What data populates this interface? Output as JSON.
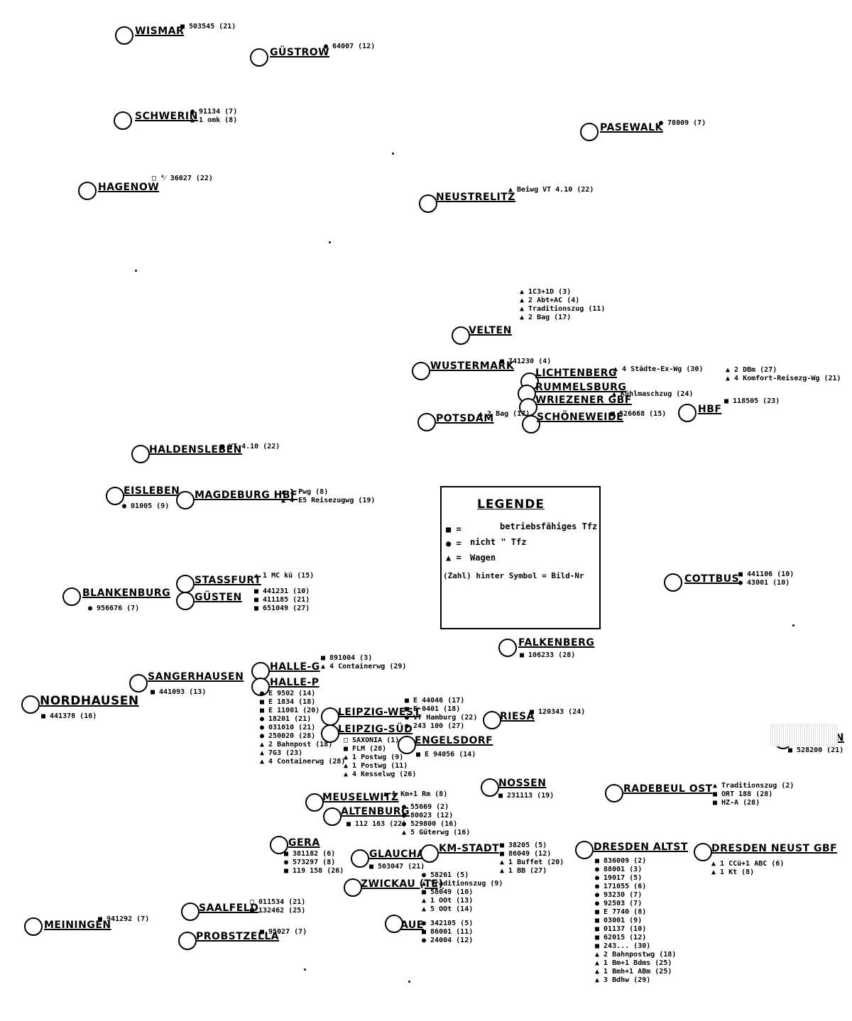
{
  "stations": [
    {
      "id": "wismar",
      "name": "WISMAR",
      "entries": [
        "■ 503545 (21)"
      ]
    },
    {
      "id": "guestrow",
      "name": "GÜSTROW",
      "entries": [
        "● 64007 (12)"
      ]
    },
    {
      "id": "schwerin",
      "name": "SCHWERIN",
      "entries": [
        "● 91134 (7)",
        "▲ 1 omk (8)"
      ]
    },
    {
      "id": "pasewalk",
      "name": "PASEWALK",
      "entries": [
        "● 78009 (7)"
      ]
    },
    {
      "id": "hagenow",
      "name": "HAGENOW",
      "entries": [
        "□ ⁴⁄ 36027 (22)"
      ]
    },
    {
      "id": "neustrelitz",
      "name": "NEUSTRELITZ",
      "entries": [
        "▲ Beiwg VT 4.10 (22)"
      ]
    },
    {
      "id": "velten",
      "name": "VELTEN",
      "entries": [
        "▲ 1C3+1D (3)",
        "▲ 2 Abt+AC (4)",
        "▲ Traditionszug (11)",
        "▲ 2 Bag (17)"
      ]
    },
    {
      "id": "wustermark",
      "name": "WUSTERMARK",
      "entries": [
        "■ 741230 (4)"
      ]
    },
    {
      "id": "lichtenberg",
      "name": "LICHTENBERG",
      "entries": [
        "▲ 4 Städte-Ex-Wg (30)"
      ]
    },
    {
      "id": "rummelsburg",
      "name": "RUMMELSBURG",
      "entries": []
    },
    {
      "id": "wriezener",
      "name": "WRIEZENER GBF",
      "entries": [
        "▲ Kühlmaschzug (24)"
      ]
    },
    {
      "id": "berlin_extra",
      "name": "",
      "entries": [
        "▲ 2 DBm (27)",
        "▲ 4 Komfort-Reisezg-Wg (21)"
      ]
    },
    {
      "id": "potsdam",
      "name": "POTSDAM",
      "entries": [
        "▲ 2 Bag (17)"
      ]
    },
    {
      "id": "schoeneweide",
      "name": "SCHÖNEWEIDE",
      "entries": [
        "■ 526668 (15)"
      ]
    },
    {
      "id": "hbf",
      "name": "HBF",
      "entries": [
        "■ 118505 (23)"
      ]
    },
    {
      "id": "haldensleben",
      "name": "HALDENSLEBEN",
      "entries": [
        "■ VT 4.10 (22)"
      ]
    },
    {
      "id": "eisleben",
      "name": "EISLEBEN",
      "entries": [
        "● 01005 (9)"
      ]
    },
    {
      "id": "magdeburg",
      "name": "MAGDEBURG HBF",
      "entries": [
        "▲ 1 Pwg (8)",
        "▲ 4 E5 Reisezugwg (19)"
      ]
    },
    {
      "id": "stassfurt",
      "name": "STASSFURT",
      "entries": [
        "▲ 1 MC kü (15)"
      ]
    },
    {
      "id": "guesten",
      "name": "GÜSTEN",
      "entries": [
        "■ 441231 (10)",
        "■ 411185 (21)",
        "■ 651049 (27)"
      ]
    },
    {
      "id": "blankenburg",
      "name": "BLANKENBURG",
      "entries": [
        "● 956676 (7)"
      ]
    },
    {
      "id": "cottbus",
      "name": "COTTBUS",
      "entries": [
        "■ 441106 (10)",
        "● 43001 (10)"
      ]
    },
    {
      "id": "falkenberg",
      "name": "FALKENBERG",
      "entries": [
        "■ 106233 (28)"
      ]
    },
    {
      "id": "halle_g",
      "name": "HALLE-G",
      "entries": [
        "■ 891004 (3)",
        "▲ 4 Containerwg (29)"
      ]
    },
    {
      "id": "halle_p",
      "name": "HALLE-P",
      "entries": [
        "● E 9502 (14)",
        "■ E 1834 (18)",
        "■ E 11001 (20)",
        "● 18201 (21)",
        "● 031010 (21)",
        "● 250020 (28)",
        "▲ 2 Bahnpost (18)",
        "▲ 7G3 (23)",
        "▲ 4 Containerwg (28)"
      ]
    },
    {
      "id": "sangerhausen",
      "name": "SANGERHAUSEN",
      "entries": [
        "■ 441093 (13)"
      ]
    },
    {
      "id": "nordhausen",
      "name": "NORDHAUSEN",
      "entries": [
        "■ 441378 (16)"
      ]
    },
    {
      "id": "leipzig_west",
      "name": "LEIPZIG-WEST",
      "entries": [
        "■ E 44046 (17)",
        "■ E 0401 (18)",
        "● VT Hamburg (22)",
        "● 243 100 (27)"
      ]
    },
    {
      "id": "leipzig_sued",
      "name": "LEIPZIG-SÜD",
      "entries": [
        "□ SAXONIA (1)",
        "■ FLM (28)",
        "▲ 1 Postwg (9)",
        "▲ 1 Postwg (11)",
        "▲ 4 Kesselwg (26)"
      ]
    },
    {
      "id": "engelsdorf",
      "name": "ENGELSDORF",
      "entries": [
        "■ E 94056 (14)"
      ]
    },
    {
      "id": "riesa",
      "name": "RIESA",
      "entries": [
        "■ 120343 (24)"
      ]
    },
    {
      "id": "bautzen",
      "name": "BAUTZEN",
      "entries": [
        "■ 528200 (21)"
      ]
    },
    {
      "id": "nossen",
      "name": "NOSSEN",
      "entries": [
        "■ 231113 (19)"
      ]
    },
    {
      "id": "radebeul",
      "name": "RADEBEUL OST",
      "entries": [
        "▲ Traditionszug (2)",
        "■ ORT 188 (28)",
        "■ HZ-A (28)"
      ]
    },
    {
      "id": "meuselwitz",
      "name": "MEUSELWITZ",
      "entries": [
        "▲ 1 Km+1 Rm (8)"
      ]
    },
    {
      "id": "altenburg",
      "name": "ALTENBURG",
      "entries": [
        "● 55669 (2)",
        "● 80023 (12)",
        "● 529800 (16)",
        "▲ 5 Güterwg (16)"
      ]
    },
    {
      "id": "altenburg_extra",
      "name": "",
      "entries": [
        "■ 112 163 (22)"
      ]
    },
    {
      "id": "gera",
      "name": "GERA",
      "entries": [
        "■ 381182 (6)",
        "● 573297 (8)",
        "■ 119 158 (26)"
      ]
    },
    {
      "id": "glauchau",
      "name": "GLAUCHAU",
      "entries": [
        "■ 503047 (21)"
      ]
    },
    {
      "id": "km_stadt",
      "name": "KM-STADT",
      "entries": [
        "■ 38205 (5)",
        "■ 86049 (12)",
        "▲ 1 Buffet (20)",
        "▲ 1 BB (27)"
      ]
    },
    {
      "id": "dresden_altst",
      "name": "DRESDEN ALTST",
      "entries": [
        "■ 836009 (2)",
        "● 88001 (3)",
        "● 19017 (5)",
        "● 171055 (6)",
        "● 93230 (7)",
        "● 92503 (7)",
        "■ E 7740 (8)",
        "■ 03001 (9)",
        "■ 01137 (10)",
        "■ 62015 (12)",
        "■ 243... (30)",
        "▲ 2 Bahnpostwg (18)",
        "▲ 1 Bm+1 Bdms (25)",
        "▲ 1 Bmh+1 ABm (25)",
        "▲ 3 Bdhw (29)"
      ]
    },
    {
      "id": "dresden_neust",
      "name": "DRESDEN NEUST GBF",
      "entries": [
        "▲ 1 CCü+1 ABC (6)",
        "▲ 1 Kt (8)"
      ]
    },
    {
      "id": "zwickau",
      "name": "ZWICKAU (TE)",
      "entries": [
        "● 58261 (5)",
        "▲ Traditionszug (9)",
        "■ 58049 (10)",
        "▲ 1 OOt (13)",
        "▲ 5 OOt (14)"
      ]
    },
    {
      "id": "meiningen",
      "name": "MEININGEN",
      "entries": [
        "■ 941292 (7)"
      ]
    },
    {
      "id": "saalfeld",
      "name": "SAALFELD",
      "entries": [
        "□ 011534 (21)",
        "■ 132462 (25)"
      ]
    },
    {
      "id": "probstzella",
      "name": "PROBSTZELLA",
      "entries": [
        "■ 95027 (7)"
      ]
    },
    {
      "id": "aue",
      "name": "AUE",
      "entries": [
        "● 342105 (5)",
        "■ 86001 (11)",
        "● 24004 (12)"
      ]
    }
  ],
  "legend": {
    "title": "LEGENDE",
    "rows": [
      {
        "symbol": "■ =",
        "text": "betriebsfähiges Tfz"
      },
      {
        "symbol": "● =",
        "text": "nicht      \"      Tfz"
      },
      {
        "symbol": "▲ =",
        "text": "Wagen"
      },
      {
        "symbol": "",
        "text": "(Zahl) hinter Symbol = Bild-Nr"
      }
    ]
  }
}
